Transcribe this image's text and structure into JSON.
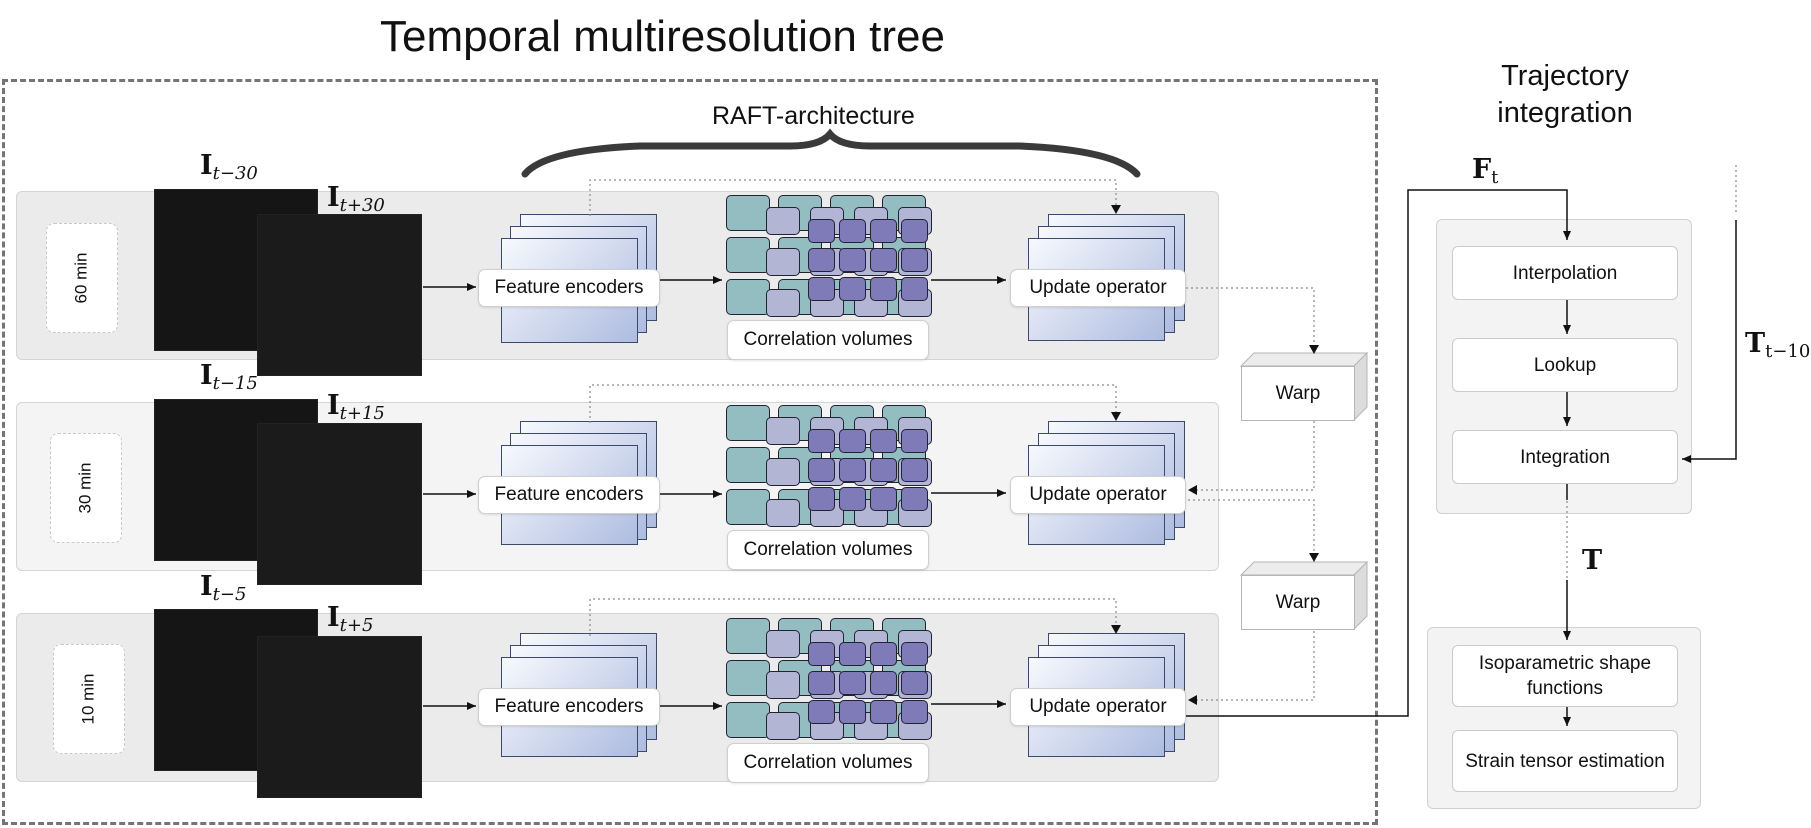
{
  "title": "Temporal multiresolution tree",
  "raft_label": "RAFT-architecture",
  "trajectory_title": "Trajectory integration",
  "rows": [
    {
      "time": "60 min",
      "img_back": {
        "base": "I",
        "sub": "t−30"
      },
      "img_front": {
        "base": "I",
        "sub": "t+30"
      },
      "feature": "Feature encoders",
      "correlation": "Correlation volumes",
      "update": "Update operator"
    },
    {
      "time": "30 min",
      "img_back": {
        "base": "I",
        "sub": "t−15"
      },
      "img_front": {
        "base": "I",
        "sub": "t+15"
      },
      "feature": "Feature encoders",
      "correlation": "Correlation volumes",
      "update": "Update operator"
    },
    {
      "time": "10 min",
      "img_back": {
        "base": "I",
        "sub": "t−5"
      },
      "img_front": {
        "base": "I",
        "sub": "t+5"
      },
      "feature": "Feature encoders",
      "correlation": "Correlation volumes",
      "update": "Update operator"
    }
  ],
  "warp_labels": [
    "Warp",
    "Warp"
  ],
  "flow_label": {
    "base": "F",
    "sub": "t"
  },
  "prev_traj_label": {
    "base": "T",
    "sub": "t−10"
  },
  "traj_label": "T",
  "steps": [
    "Interpolation",
    "Lookup",
    "Integration"
  ],
  "strain_steps": [
    "Isoparametric shape functions",
    "Strain tensor estimation"
  ],
  "colors": {
    "teal": "#94bdc2",
    "lavender": "#b3b5d4",
    "purple": "#7e7bb8",
    "stack_blue": "#aebce0"
  }
}
